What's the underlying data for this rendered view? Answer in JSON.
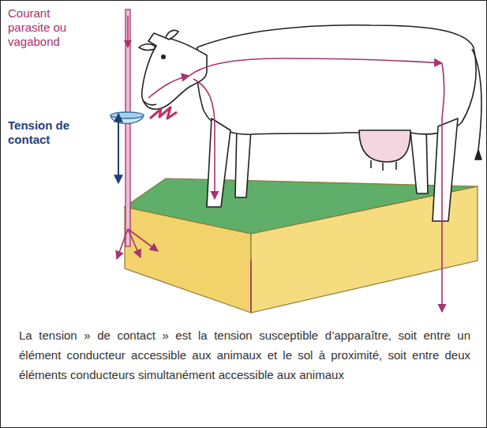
{
  "diagram": {
    "labels": [
      "Courant parasite ou vagabond",
      "Tension de contact"
    ],
    "caption": "La tension » de contact » est la tension susceptible d’apparaître, soit entre un élément conducteur accessible aux animaux et le sol à proximité, soit entre deux éléments conducteurs simultanément accessible aux animaux"
  }
}
